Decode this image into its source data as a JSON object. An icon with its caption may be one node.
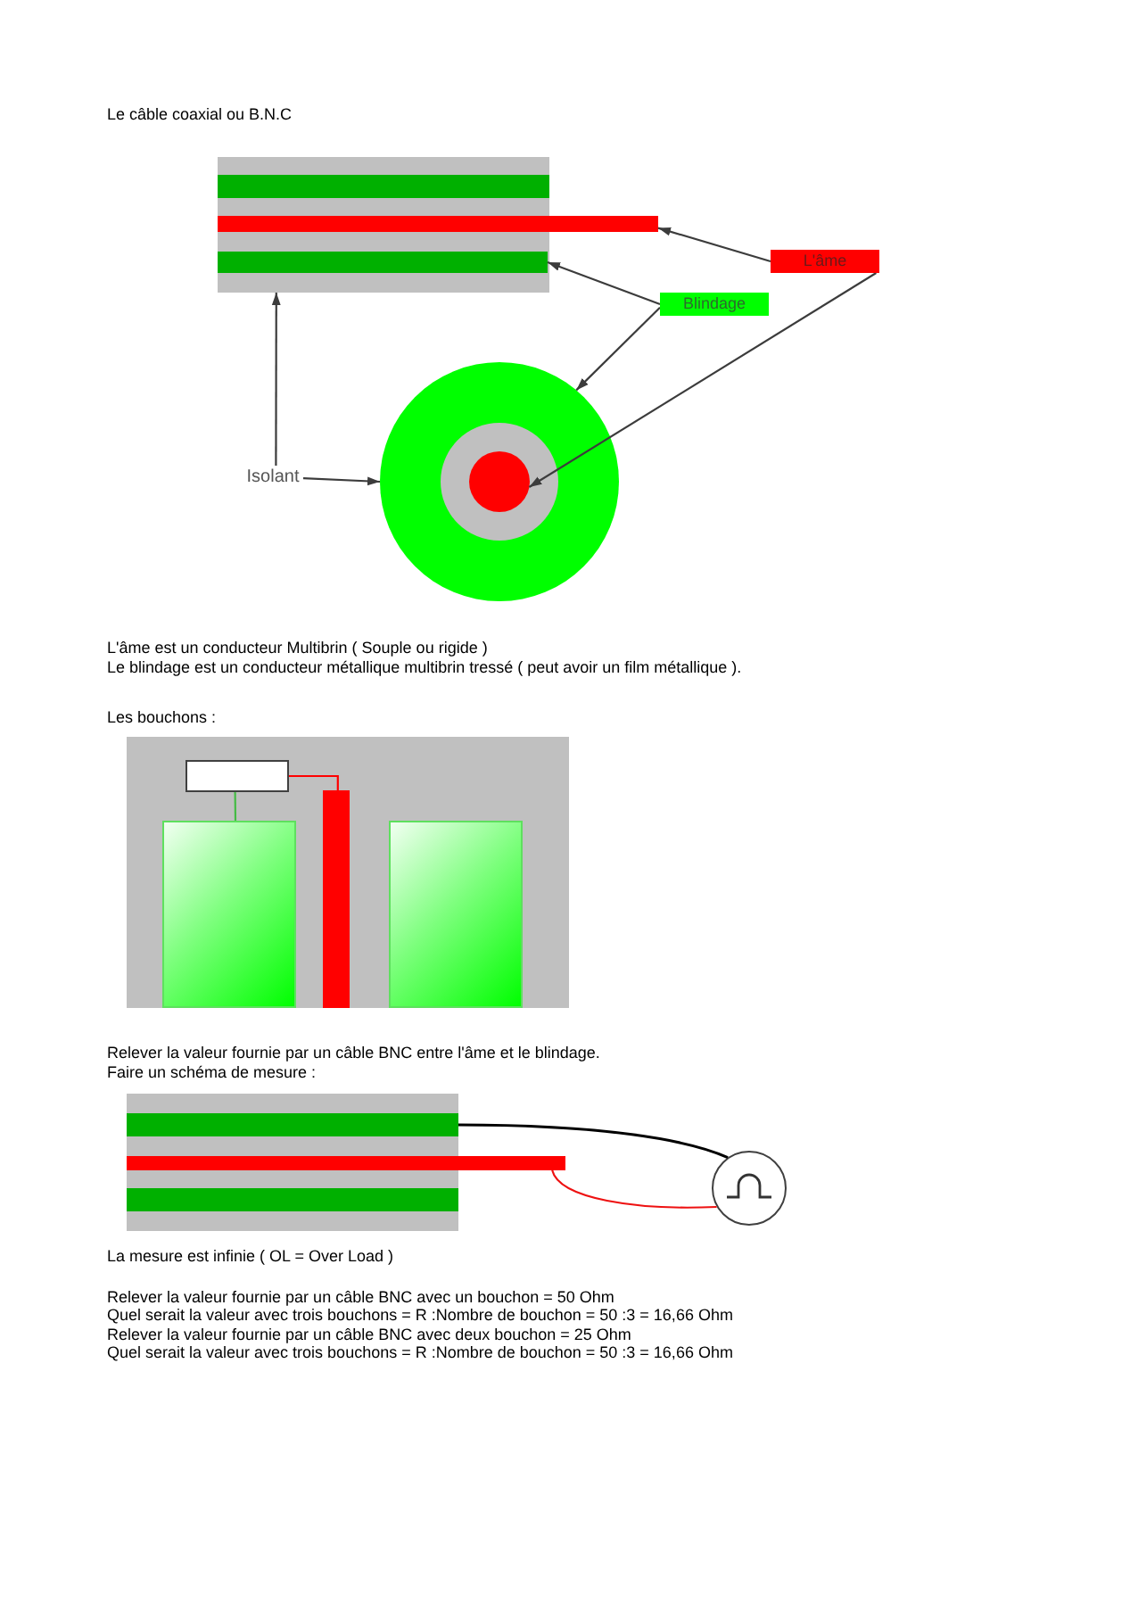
{
  "diagram": {
    "title": "Le câble coaxial ou B.N.C",
    "nodes": [
      {
        "text": [],
        "shape": "box"
      },
      {
        "text": [],
        "shape": "bar",
        "in": 0
      },
      {
        "text": [],
        "shape": "bar"
      },
      {
        "text": [],
        "shape": "bar",
        "in": 0
      },
      {
        "text": [
          "L'âme"
        ]
      },
      {
        "text": [
          "Blindage"
        ]
      },
      {
        "text": [
          "Isolant"
        ]
      },
      {
        "text": [],
        "shape": "circle"
      },
      {
        "text": [],
        "shape": "circle",
        "in": 7
      },
      {
        "text": [],
        "shape": "box"
      },
      {
        "text": [],
        "shape": "box",
        "in": 9
      },
      {
        "text": [],
        "shape": "box",
        "in": 9
      },
      {
        "text": [],
        "shape": "bar",
        "in": 9
      },
      {
        "text": [],
        "shape": "box",
        "in": 9
      },
      {
        "text": [],
        "shape": "box"
      },
      {
        "text": [],
        "shape": "bar",
        "in": 14
      },
      {
        "text": [],
        "shape": "bar"
      },
      {
        "text": [],
        "shape": "bar",
        "in": 14
      },
      {
        "text": [],
        "shape": "circle"
      }
    ],
    "edges": [
      {
        "from": 4,
        "to": 2,
        "arrow": "to"
      },
      {
        "from": 4,
        "to": 8,
        "arrow": "to"
      },
      {
        "from": 5,
        "to": 3,
        "arrow": "to"
      },
      {
        "from": 5,
        "to": 7,
        "arrow": "to"
      },
      {
        "from": 6,
        "to": 0,
        "arrow": "to"
      },
      {
        "from": 6,
        "to": 7,
        "arrow": "to"
      },
      {
        "from": 10,
        "to": 11,
        "arrow": "none",
        "color": "#44bb44"
      },
      {
        "from": 10,
        "to": 12,
        "arrow": "none",
        "color": "#ff0000"
      },
      {
        "from": 15,
        "to": 18,
        "arrow": "none",
        "color": "#000000"
      },
      {
        "from": 16,
        "to": 18,
        "arrow": "none",
        "color": "#ee1111"
      }
    ],
    "labels": [
      "L'âme est un conducteur Multibrin ( Souple ou rigide )",
      "Le blindage est un conducteur métallique multibrin tressé ( peut avoir un film métallique ).",
      "Les bouchons :",
      "Relever la valeur fournie par un câble BNC entre l'âme et le blindage.",
      "Faire un schéma de mesure :",
      "La mesure est infinie ( OL = Over Load )",
      "Relever la valeur fournie par un câble BNC avec un bouchon = 50 Ohm",
      "Quel serait la valeur avec trois bouchons = R :Nombre de bouchon = 50 :3 = 16,66 Ohm",
      "Relever la valeur fournie par un câble BNC avec deux bouchon = 25 Ohm",
      "Quel serait la valeur avec trois bouchons = R :Nombre de bouchon = 50 :3 = 16,66 Ohm"
    ]
  }
}
